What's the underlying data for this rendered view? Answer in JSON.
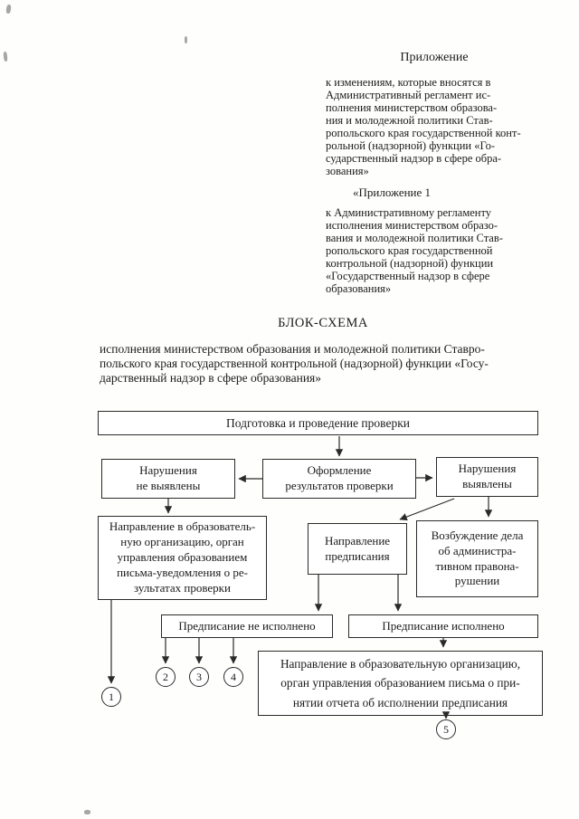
{
  "document": {
    "appendix_heading": "Приложение",
    "appendix_paragraph": "к изменениям, которые вносятся в\nАдминистративный регламент ис-\nполнения министерством образова-\nния и молодежной политики Став-\nропольского края государственной конт-\nрольной (надзорной) функции «Го-\nсударственный надзор в сфере обра-\nзования»",
    "appendix1_heading": "«Приложение 1",
    "regulation_paragraph": "к Административному регламенту\nисполнения министерством образо-\nвания и молодежной политики Став-\nропольского края государственной\nконтрольной (надзорной) функции\n«Государственный надзор в сфере\nобразования»"
  },
  "flowchart": {
    "title": "БЛОК-СХЕМА",
    "subtitle": "исполнения министерством образования и молодежной политики Ставро-\nпольского края государственной контрольной (надзорной) функции «Госу-\nдарственный надзор в сфере образования»",
    "nodes": {
      "prep": "Подготовка и проведение проверки",
      "no_violations": "Нарушения\nне выявлены",
      "results": "Оформление\nрезультатов проверки",
      "violations": "Нарушения\nвыявлены",
      "notice_letter": "Направление в образователь-\nную организацию, орган\nуправления образованием\nписьма-уведомления о ре-\nзультатах проверки",
      "order": "Направление\nпредписания",
      "case": "Возбуждение дела\nоб администра-\nтивном правона-\nрушении",
      "order_not_executed": "Предписание не исполнено",
      "order_executed": "Предписание исполнено",
      "report_letter": "Направление в образовательную организацию,\nорган управления образованием письма о при-\nнятии отчета об исполнении предписания"
    },
    "connectors": [
      "1",
      "2",
      "3",
      "4",
      "5"
    ]
  }
}
